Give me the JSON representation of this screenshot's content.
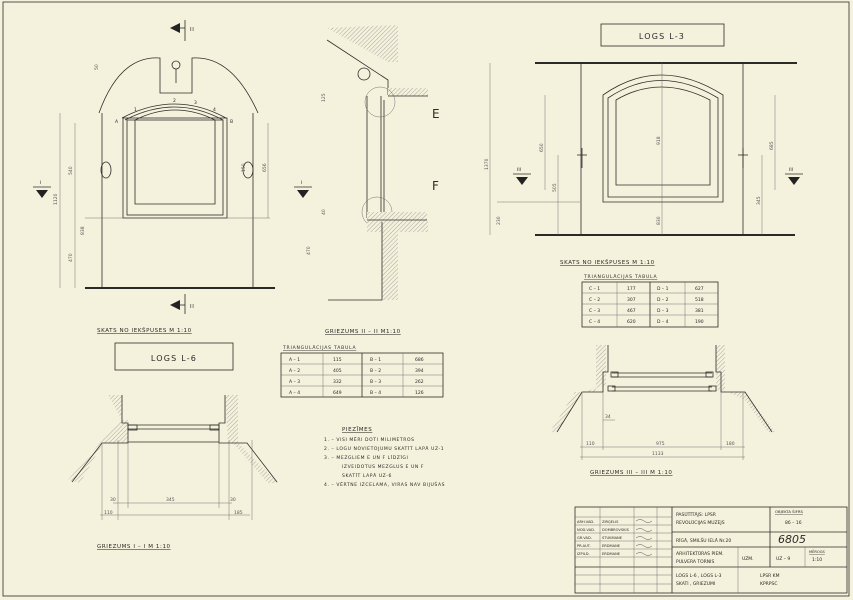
{
  "views": {
    "elevation_l6": {
      "title": "SKATS NO IEKŠPUSES  M 1:10",
      "dims": [
        "50",
        "1120",
        "540",
        "656",
        "150",
        "470",
        "838"
      ],
      "points": [
        "A",
        "1",
        "2",
        "3",
        "4",
        "B"
      ]
    },
    "section_2": {
      "title": "GRIEZUMS  II – II  M1:10",
      "node_e": "E",
      "node_f": "F",
      "dims": [
        "125",
        "470",
        "40"
      ]
    },
    "label_l6": "LOGS  L-6",
    "label_l3": "LOGS  L-3",
    "elevation_l3": {
      "title": "SKATS  NO  IEKŠPUSES  M 1:10",
      "dims": [
        "1370",
        "650",
        "505",
        "230",
        "830",
        "918",
        "685",
        "345"
      ]
    },
    "section_1": {
      "title": "GRIEZUMS  I – I  M 1:10",
      "dims": [
        "30",
        "345",
        "30",
        "110",
        "185"
      ]
    },
    "section_3": {
      "title": "GRIEZUMS  III – III  M 1:10",
      "dims": [
        "34",
        "110",
        "975",
        "180",
        "1133"
      ]
    },
    "section_markers": {
      "two": "II",
      "one": "I",
      "three": "III"
    }
  },
  "table_ab": {
    "title": "TRIANGULĀCIJAS  TABULA",
    "rows": [
      [
        "A – 1",
        "115",
        "B – 1",
        "686"
      ],
      [
        "A – 2",
        "405",
        "B – 2",
        "394"
      ],
      [
        "A – 3",
        "332",
        "B – 3",
        "262"
      ],
      [
        "A – 4",
        "649",
        "B – 4",
        "126"
      ]
    ]
  },
  "table_cd": {
    "title": "TRIANGULĀCIJAS  TABULA",
    "rows": [
      [
        "C – 1",
        "177",
        "D – 1",
        "627"
      ],
      [
        "C – 2",
        "307",
        "D – 2",
        "518"
      ],
      [
        "C – 3",
        "467",
        "D – 3",
        "381"
      ],
      [
        "C – 4",
        "620",
        "D – 4",
        "190"
      ]
    ]
  },
  "notes": {
    "title": "PIEZĪMES",
    "items": [
      "1. – VISI  MĒRI  DOTI  MILIMETROS",
      "2. – LOGU  NOVIETOJUMU  SKATĪT  LAPĀ  UZ-1",
      "3. – MEZGLIEM  E  UN  F  LĪDZĪGI",
      "IZVEIDOTUS  MEZGLUS  E  UN  F",
      "SKATĪT  LAPĀ  UZ-6",
      "4. – VĒRTNE  IZCELAMA, VIRAS  NAV  BIJUŠAS"
    ]
  },
  "title_block": {
    "roles": [
      [
        "ARH.VAD.",
        "ZIRĢELIS"
      ],
      [
        "NOD.VAD.",
        "DOMBROVSKIS"
      ],
      [
        "GR.VAD.",
        "STUKMANE"
      ],
      [
        "PR.AUT.",
        "ERDMANE"
      ],
      [
        "IZPILD.",
        "ERDMANE"
      ]
    ],
    "client": [
      "PASŪTĪTĀJS: LPSR",
      "REVOLŪCIJAS MUZEJS"
    ],
    "address": "RĪGĀ, SMILŠU IELĀ  Nr.20",
    "object": [
      "ARHITEKTŪRAS PIEM.",
      "PULVERA TORNIS"
    ],
    "sheet_label": "UZM.",
    "sheet_no": "UZ – 9",
    "scale_label": "MĒROGS",
    "scale": "1:10",
    "drawing": [
      "LOGS L-6 , LOGS L-3",
      "SKATI , GRIEZUMI"
    ],
    "org": [
      "LPSR  KM",
      "KPRPSC"
    ],
    "order_label": "OBJEKTA ŠIFRS",
    "order_no": "86 – 16",
    "archive_no": "6805"
  },
  "colors": {
    "paper": "#f4f1dc",
    "ink": "#2a2a26"
  }
}
